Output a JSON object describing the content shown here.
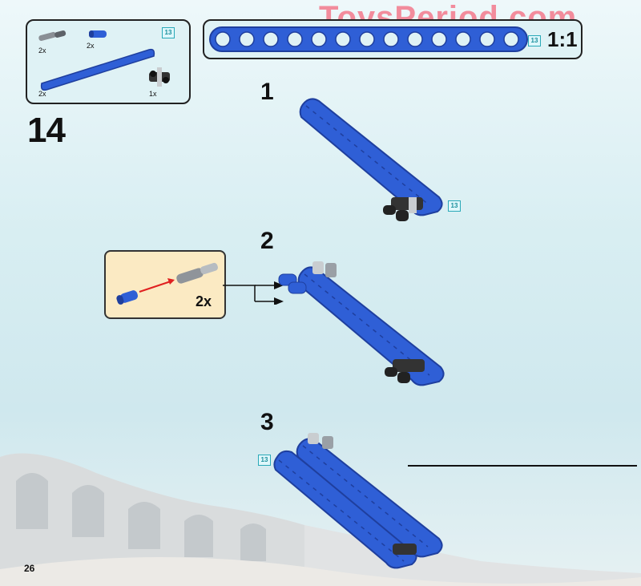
{
  "watermark": "ToysPeriod.com",
  "parts_panel": {
    "items": [
      {
        "name": "axle-pin-gray",
        "qty": "2x"
      },
      {
        "name": "axle-pin-blue",
        "qty": "2x"
      },
      {
        "name": "liftarm-13",
        "qty": "2x"
      },
      {
        "name": "connector-black",
        "qty": "1x"
      }
    ],
    "beam_length_badge": "13"
  },
  "ruler": {
    "badge": "13",
    "scale": "1:1"
  },
  "main_step": "14",
  "substeps": [
    {
      "number": "1",
      "badge": "13"
    },
    {
      "number": "2"
    },
    {
      "number": "3",
      "badge": "13"
    }
  ],
  "callout": {
    "qty": "2x"
  },
  "page_number": "26",
  "colors": {
    "beam": "#2f5fd6",
    "beam_dark": "#1f3f9e",
    "panel_border": "#222222",
    "callout_bg": "#fbeac3",
    "watermark": "#f05a70"
  }
}
